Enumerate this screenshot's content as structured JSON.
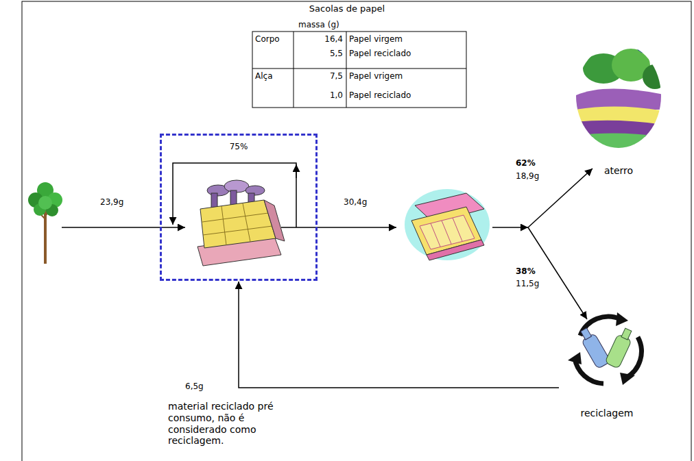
{
  "diagram": {
    "title": "Sacolas de papel",
    "nodes": [
      {
        "text": [
          "75%"
        ]
      },
      {
        "text": [
          "aterro"
        ]
      },
      {
        "text": [
          "reciclagem"
        ]
      }
    ],
    "edges": [
      {
        "from": 2,
        "to": 0,
        "label": "6,5g",
        "arrow": "to"
      }
    ],
    "labels": [
      "massa (g)",
      "Corpo",
      "16,4",
      "Papel virgem",
      "5,5",
      "Papel reciclado",
      "Alça",
      "7,5",
      "Papel vrigem",
      "1,0",
      "Papel reciclado",
      "23,9g",
      "30,4g",
      "62%",
      "18,9g",
      "38%",
      "11,5g",
      "material reciclado pré consumo, não é considerado como reciclagem."
    ]
  }
}
